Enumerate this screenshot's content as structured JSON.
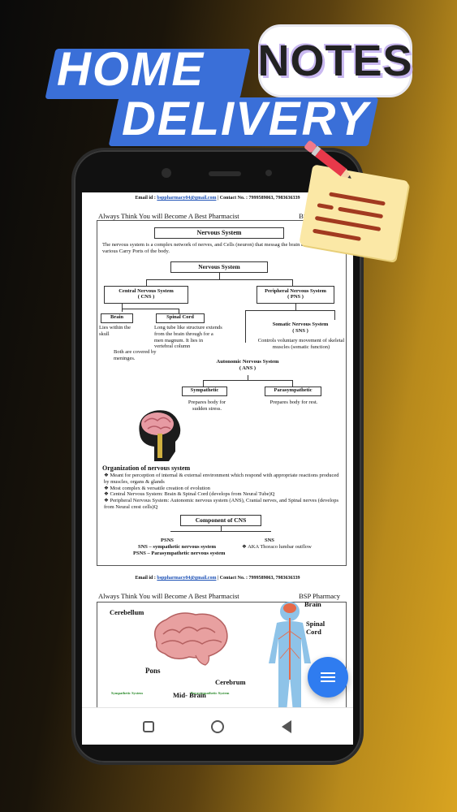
{
  "banner": {
    "line1": "HOME",
    "line2": "DELIVERY",
    "badge": "NOTES"
  },
  "colors": {
    "banner_blue": "#3a6fd8",
    "fab_blue": "#2f7cf0",
    "link_blue": "#1a4fb5"
  },
  "icons": [
    "pencil-icon",
    "sticky-note-icon",
    "menu-icon",
    "recent-apps-icon",
    "home-icon",
    "back-icon"
  ],
  "document": {
    "contact_prefix": "Email id : ",
    "contact_email": "bsppharmacy04@gmail.com",
    "contact_mid": " | Contact No. : 7999589063, 7983636339",
    "tagline": "Always Think You will Become A Best Pharmacist",
    "brand": "BSP Pharmacy",
    "page1": {
      "title": "Nervous System",
      "intro": "The nervous system is a complex network of nerves, and Cells (neuron) that messag the brain & Spinal Cord to various Carry Ports of the body.",
      "root": "Nervous System",
      "cns": "Central Nervous System",
      "cns_abbr": "( CNS )",
      "pns": "Peripheral Nervous System",
      "pns_abbr": "( PNS )",
      "brain": "Brain",
      "brain_desc": "Lies within the skull",
      "spinal_cord": "Spinal Cord",
      "spinal_desc": "Long tube like structure extends from the brain through for a men magnum. It lies in vertebral column",
      "covered": "Both are covered by meninges.",
      "sns": "Somatic Nervous System",
      "sns_abbr": "( SNS )",
      "sns_desc": "Controls voluntary movement of skeletal muscles (somatic function)",
      "ans": "Autonomic Nervous System",
      "ans_abbr": "( ANS )",
      "sympathetic": "Sympathetic",
      "sympathetic_desc": "Prepares body for sudden stress.",
      "parasympathetic": "Parasympathetic",
      "parasympathetic_desc": "Prepares body for rest.",
      "org_title": "Organization of nervous system",
      "bullets": [
        "Meant for perception of internal & external environment which respond with appropriate reactions produced by muscles, organs & glands",
        "Most complex & versatile creation of evolution",
        "Central Nervous System: Brain & Spinal Cord (develops from Neural Tube)Q",
        "Peripheral Nervous System: Autonomic nervous system (ANS), Cranial nerves, and Spinal nerves (develops from Neural crest cells)Q"
      ],
      "component_title": "Component of CNS",
      "psns": "PSNS",
      "sns_short": "SNS",
      "psns_line1": "SNS – sympathetic nervous system",
      "psns_line2": "PSNS – Parasympathetic nervous system",
      "aka": "AKA Thoraco lumbar outflow"
    },
    "page2": {
      "cerebellum": "Cerebellum",
      "pons": "Pons",
      "cerebrum": "Cerebrum",
      "midbrain": "Mid- Brain",
      "brain": "Brain",
      "spinal": "Spinal",
      "cord": "Cord",
      "sympathetic_system": "Sympathetic System",
      "parasympathetic_system": "Parasympathetic System"
    }
  }
}
